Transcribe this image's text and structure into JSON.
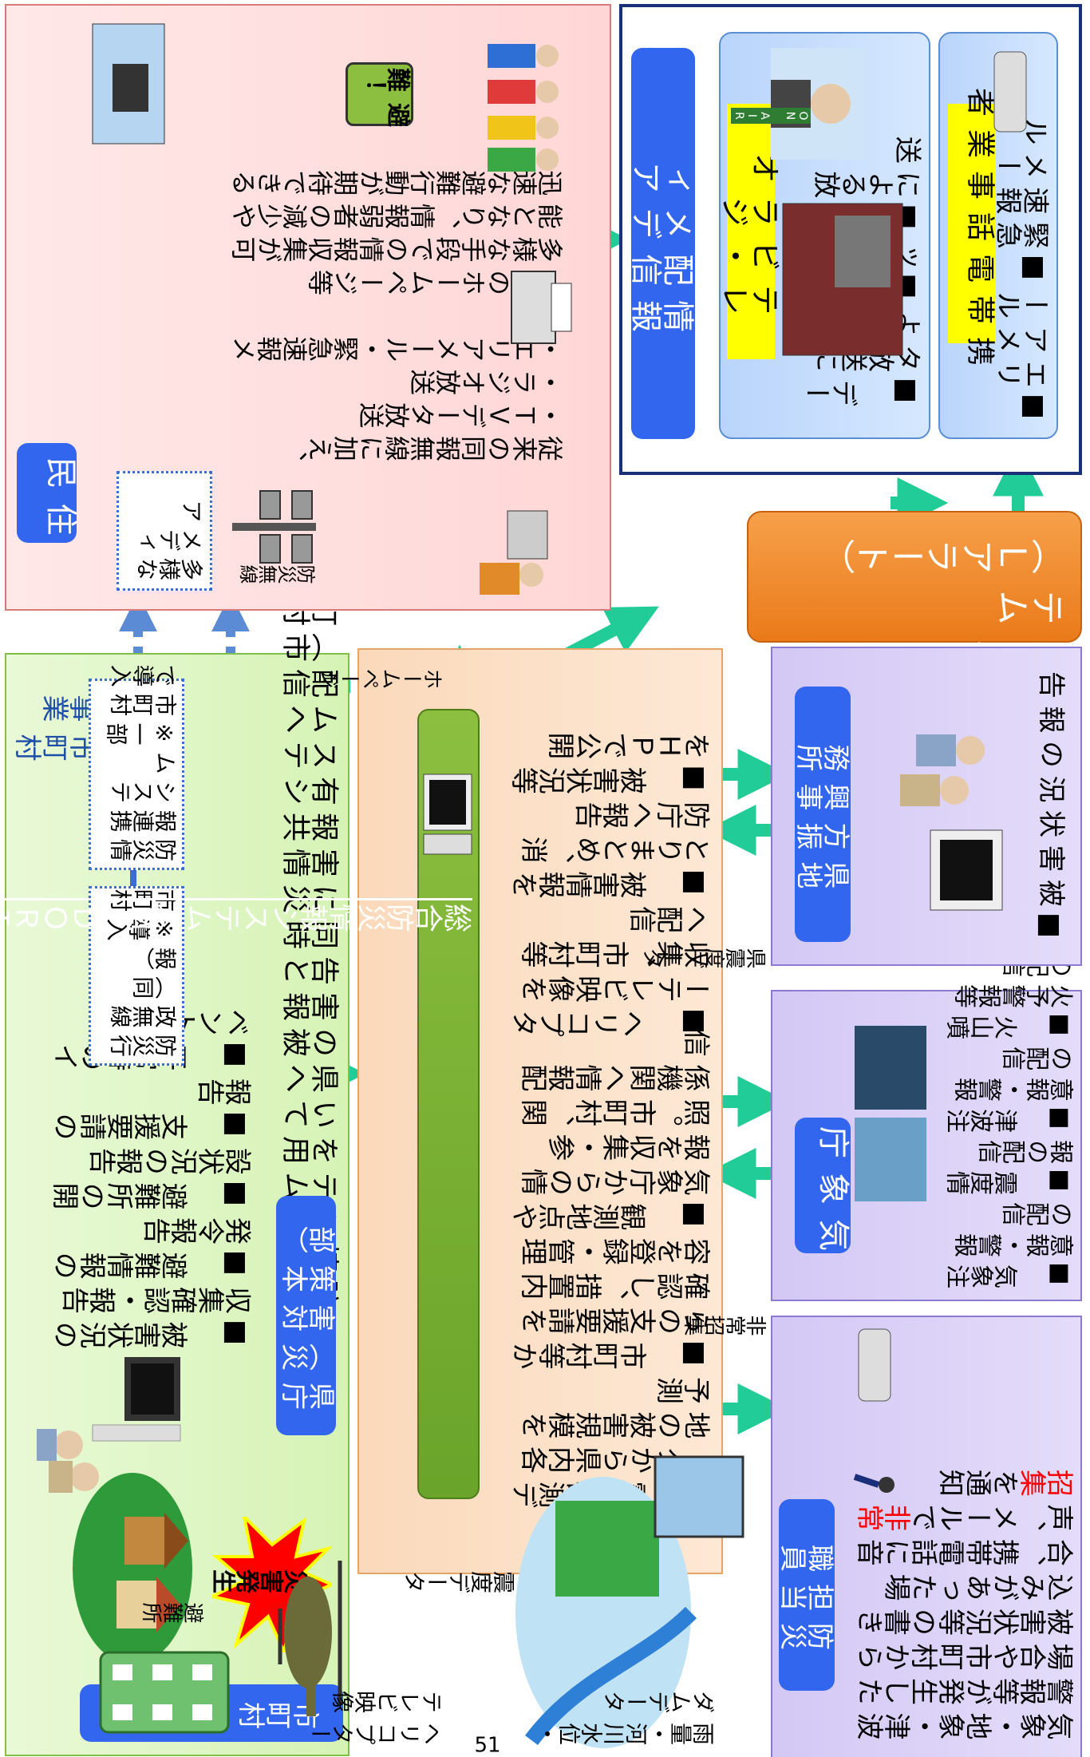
{
  "colors": {
    "accent_blue": "#3366ee",
    "arrow_green": "#22cc99",
    "green_bar": "#8cbf3f",
    "orange_box": "#f08020",
    "red": "#ff0000",
    "yellow": "#ffff00"
  },
  "municipality": {
    "title": "市町村・消防本部",
    "heading": "防災情報システムを用いて県への被害報告と同時に災害情報共有システムへ配信（市町村職員の負担軽減）",
    "items": [
      "被害状況の収集確認・報告",
      "避難情報の発令報告",
      "避難所の開設状況の報告",
      "支援要請の報告",
      "平常時のイベント情報"
    ],
    "disaster_badge": "災害発生",
    "shelter_label": "避難所",
    "projects": {
      "title": "市町村事業",
      "item1": "防災情報連携システム\n※一部市町村で導入",
      "item2": "防災行政無線（同報）\n※導入市町村"
    }
  },
  "residents": {
    "title": "住　民",
    "media_box": "多様な\nメディア",
    "radio_label": "防災無線",
    "text": "従来の同報無線に加え、\n・ＴＶデータ放送\n・ラジオ放送\n・エリアメール・緊急速報メール\n・県のホームページ等\n多様な手段での情報収集が可能となり、情報弱者の減少や迅速な避難行動が期待できる",
    "evacuate_label": "避難！"
  },
  "prefecture": {
    "title": "県庁（災害対策本部）",
    "system_name": "総合防災情報システム（ＭＩＤＯＲＩ）",
    "left_items": [
      "震度観測データから県内各地の被害規模を予測",
      "市町村等からの支援要請を確認し、措置内容を登録・管理",
      "観測地点や気象庁からの情報を収集・参照。市町村、関係機関へ情報配信"
    ],
    "right_items": [
      "ヘリコプターテレビ映像を収集、市町村等へ配信",
      "被害情報をとりまとめ、消防庁へ報告",
      "被害状況等をＨＰで公開"
    ]
  },
  "inputs": {
    "heli_label": "ヘリコプター\nテレビ映像",
    "seismic_label": "震度データ",
    "rain_label": "雨量・河川水位・\nダムデータ"
  },
  "arrows": {
    "homepage": "ホームページ",
    "emergency_call": "非常招集",
    "seismic_data": "県震度データ"
  },
  "lalert": {
    "name": "災害情報共有システム\n（Ｌアラート）"
  },
  "media": {
    "title": "情報配信メディア",
    "tv": {
      "title": "テレビ・ラジオ",
      "items": [
        "データ放送による連動",
        "テロップ表示",
        "音声による放送"
      ],
      "on_air": "ON AIR"
    },
    "mobile": {
      "title": "携帯電話事業者",
      "items": [
        "エリアメール",
        "緊急速報メール"
      ]
    }
  },
  "staff": {
    "title": "防災担当職員",
    "text_a": "気象・地象・津波警報等が発生した場合や市町村から被害状況等の書き込みがあった場合、携帯電話に音声、メールで",
    "text_b": "非常招集",
    "text_c": "を通知"
  },
  "jma": {
    "title": "気象庁",
    "items": [
      "気象注意報・警報の配信",
      "震度情報の配信",
      "津波注意報・警報の配信",
      "火山噴火予警報等の配信"
    ]
  },
  "local_office": {
    "title": "県地方振興事務所",
    "items": [
      "被害状況の報告"
    ]
  },
  "page_number": "51"
}
